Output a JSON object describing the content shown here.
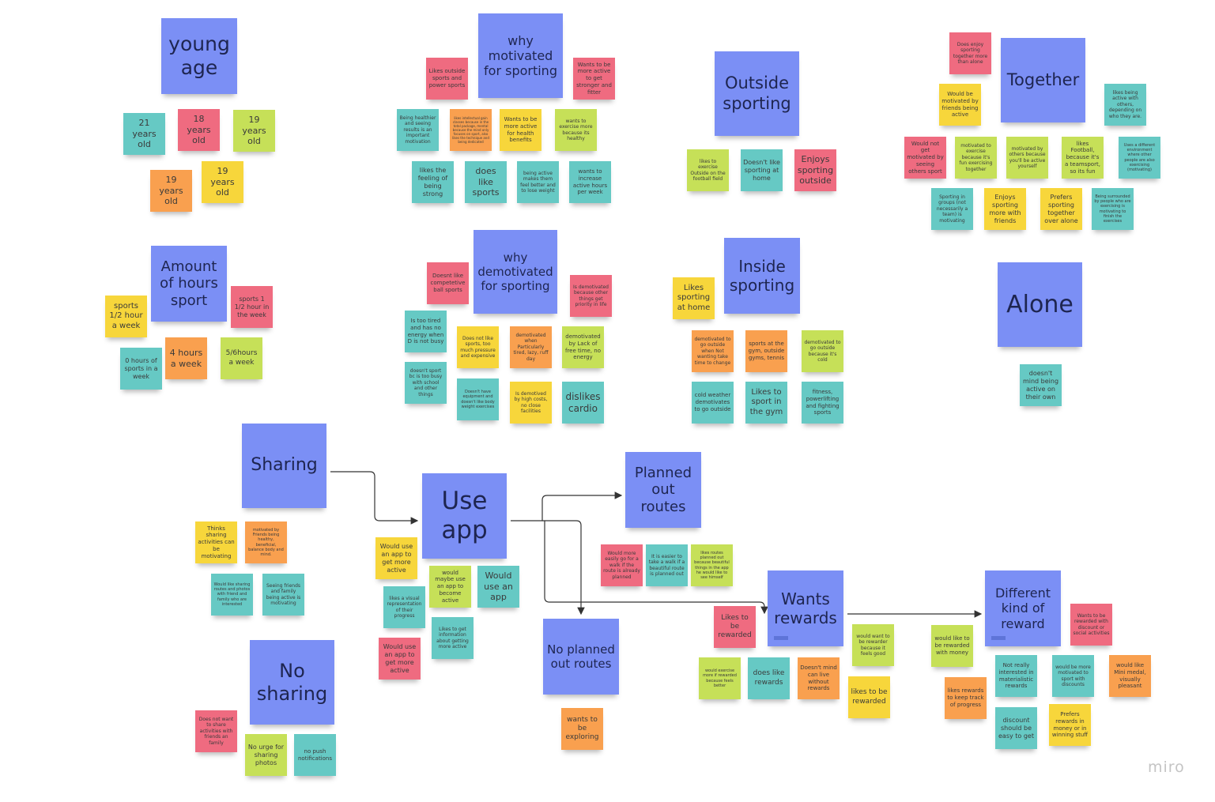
{
  "board": {
    "logo": "miro",
    "colors": {
      "blue": "#7b8ff5",
      "teal": "#66c9c4",
      "pink": "#ef6b80",
      "lime": "#c6e058",
      "orange": "#f9a04f",
      "yellow": "#f7d63b"
    }
  },
  "clusters": {
    "young_age": {
      "title": "young age",
      "notes": [
        "21 years old",
        "18 years old",
        "19 years old",
        "19 years old",
        "19 years old"
      ]
    },
    "why_motivated": {
      "title": "why motivated for sporting",
      "notes": [
        "Likes outside sports and power sports",
        "Wants to be more active to get stronger and fitter",
        "Being healthier and seeing results is an important motivation",
        "likes intellectual gain classes because in the total package, mental because the mind only focuses on sport, also likes the technique and being dedicated",
        "Wants to be more active for health benefits",
        "wants to exercise more because its healthy",
        "likes the feeling of being strong",
        "does like sports",
        "being active makes them feel better and to lose weight",
        "wants to increase active hours per week"
      ]
    },
    "outside_sporting": {
      "title": "Outside sporting",
      "notes": [
        "likes to exercise Outside on the football field",
        "Doesn't like sporting at home",
        "Enjoys sporting outside"
      ]
    },
    "together": {
      "title": "Together",
      "notes": [
        "Does enjoy sporting together more than alone",
        "Would be motivated by friends being active",
        "likes being active with others, depending on who they are.",
        "Would not get motivated by seeing others sport",
        "motivated to exercise because it's fun exercising together",
        "motivated by others because you'll be active yourself",
        "likes Football, because it's a teamsport, so its fun",
        "Uses a different environment where other people are also exercising (motivating)",
        "Sporting in groups (not necessarily a team) is motivating",
        "Enjoys sporting more with friends",
        "Prefers sporting together over alone",
        "Being surrounded by people who are exercising is motivating to finish the exercises"
      ]
    },
    "amount_hours": {
      "title": "Amount of hours sport",
      "notes": [
        "sports 1/2 hour a week",
        "sports 1 1/2 hour in the week",
        "0 hours of sports in a week",
        "4 hours a week",
        "5/6hours a week"
      ]
    },
    "why_demotivated": {
      "title": "why demotivated for sporting",
      "notes": [
        "Doesnt like competetive ball sports",
        "Is demotivated because other things get priority in life",
        "Is too tired and has no energy when D is not busy",
        "Does not like sports, too much pressure and expensive",
        "demotivated when Particularly tired, lazy, ruff day",
        "demotivated by Lack of free time, no energy",
        "doesn't sport bc is too busy with school and other things",
        "Doesn't have equipment and doesn't like body weight exercises",
        "Is demotived by high costs, no close facilities",
        "dislikes cardio"
      ]
    },
    "inside_sporting": {
      "title": "Inside sporting",
      "notes": [
        "Likes sporting at home",
        "demotivated to go outside when Not wanting take time to change",
        "sports at the gym, outside gyms, tennis",
        "demotivated to go outside because it's cold",
        "cold weather demotivates to go outside",
        "Likes to sport in the gym",
        "fitness, powerlifting and fighting sports"
      ]
    },
    "alone": {
      "title": "Alone",
      "notes": [
        "doesn't mind being active on their own"
      ]
    },
    "sharing": {
      "title": "Sharing",
      "notes": [
        "Thinks sharing activities can be motivating",
        "motivated by Friends being healthy, beneficial, balance body and mind.",
        "Would like sharing routes and photos with friend and family who are interested",
        "Seeing friends and family being active is motivating"
      ]
    },
    "use_app": {
      "title": "Use app",
      "notes": [
        "Would use an app to get more active",
        "would maybe use an app to become active",
        "Would use an app",
        "likes a visual representation of their progress",
        "Likes to get information about getting more active",
        "Would use an app to get more active"
      ]
    },
    "planned_routes": {
      "title": "Planned out routes",
      "notes": [
        "Would more easily go for a walk if the route is already planned",
        "It is easier to take a walk if a beautiful route is planned out",
        "likes routes planned out because beautiful things in the app he would like to see himself"
      ]
    },
    "no_planned_routes": {
      "title": "No planned out routes",
      "notes": [
        "wants to be exploring"
      ]
    },
    "wants_rewards": {
      "title": "Wants rewards",
      "notes": [
        "Likes to be rewarded",
        "would want to be rewarder because it feels good",
        "would exercise more if rewarded because feels better",
        "does like rewards",
        "Doesn't mind can live without rewards",
        "likes to be rewarded"
      ]
    },
    "different_reward": {
      "title": "Different kind of reward",
      "notes": [
        "Wants to be rewarded with discount or social activities",
        "would like to be rewarded with   money",
        "Not really interested in materialistic rewards",
        "would be more motivated to sport with discounts",
        "would like Mini medal, visually pleasant",
        "likes rewards to keep track of progress",
        "discount should be easy to get",
        "Prefers rewards in money or in winning stuff"
      ]
    },
    "no_sharing": {
      "title": "No sharing",
      "notes": [
        "Does not want to share activities with friends an family",
        "No urge for sharing photos",
        "no push notifications"
      ]
    }
  }
}
